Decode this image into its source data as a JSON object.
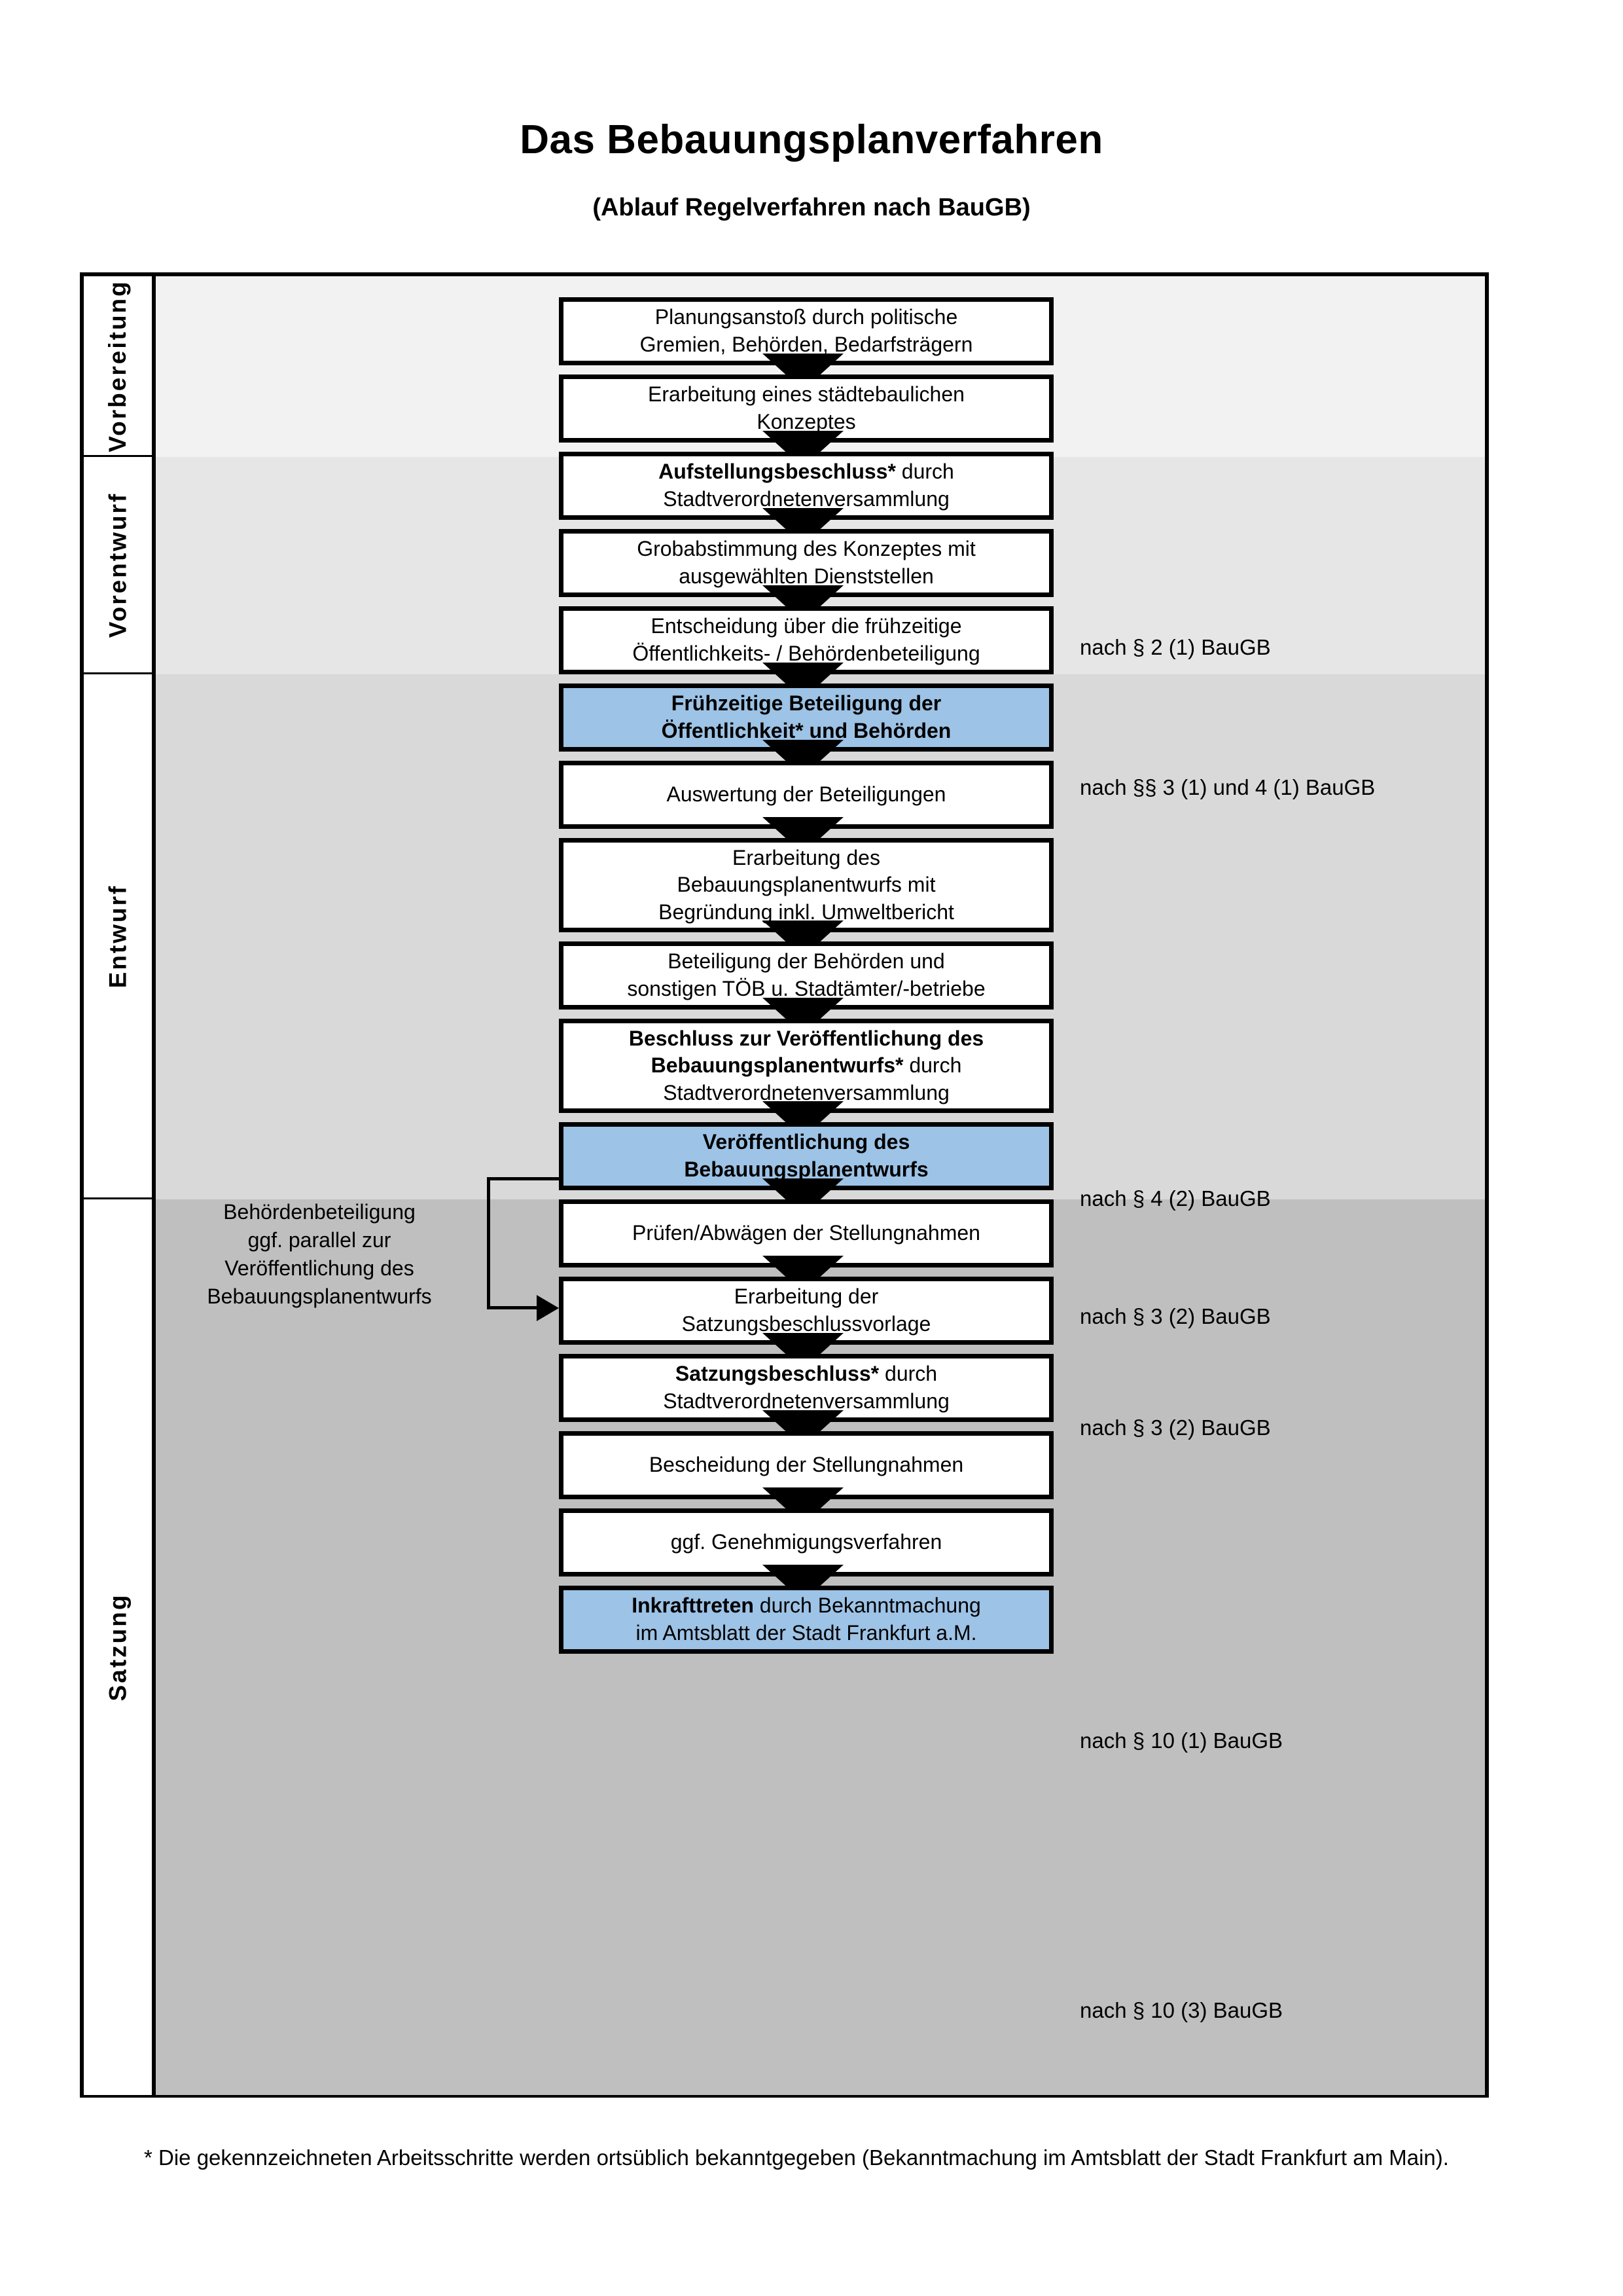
{
  "document": {
    "title": "Das Bebauungsplanverfahren",
    "subtitle": "(Ablauf Regelverfahren nach BauGB)",
    "footnote": "* Die gekennzeichneten Arbeitsschritte werden ortsüblich bekanntgegeben (Bekanntmachung im Amtsblatt  der Stadt Frankfurt am Main)."
  },
  "colors": {
    "highlight_blue": "#9DC3E6",
    "band_vorbereitung": "#F2F2F2",
    "band_vorentwurf": "#E6E6E6",
    "band_entwurf": "#D9D9D9",
    "band_satzung": "#BFBFBF",
    "outline": "#000000"
  },
  "phases": [
    {
      "id": "vorbereitung",
      "label": "Vorbereitung"
    },
    {
      "id": "vorentwurf",
      "label": "Vorentwurf"
    },
    {
      "id": "entwurf",
      "label": "Entwurf"
    },
    {
      "id": "satzung",
      "label": "Satzung"
    }
  ],
  "side_note": {
    "lines": [
      "Behördenbeteiligung",
      "ggf. parallel zur",
      "Veröffentlichung des",
      "Bebauungsplanentwurfs"
    ]
  },
  "steps": [
    {
      "id": "s1",
      "phase": "vorbereitung",
      "highlight": false,
      "lines": [
        {
          "text": "Planungsanstoß durch politische",
          "bold": false
        },
        {
          "text": "Gremien, Behörden, Bedarfsträgern",
          "bold": false
        }
      ]
    },
    {
      "id": "s2",
      "phase": "vorbereitung",
      "highlight": false,
      "lines": [
        {
          "text": "Erarbeitung eines städtebaulichen",
          "bold": false
        },
        {
          "text": "Konzeptes",
          "bold": false
        }
      ]
    },
    {
      "id": "s3",
      "phase": "vorbereitung",
      "highlight": false,
      "lines": [
        {
          "text": "Aufstellungsbeschluss*",
          "bold": true,
          "suffix": " durch"
        },
        {
          "text": "Stadtverordnetenversammlung",
          "bold": false
        }
      ]
    },
    {
      "id": "s4",
      "phase": "vorentwurf",
      "highlight": false,
      "lines": [
        {
          "text": "Grobabstimmung des Konzeptes mit",
          "bold": false
        },
        {
          "text": "ausgewählten Dienststellen",
          "bold": false
        }
      ]
    },
    {
      "id": "s5",
      "phase": "vorentwurf",
      "highlight": false,
      "lines": [
        {
          "text": "Entscheidung über die frühzeitige",
          "bold": false
        },
        {
          "text": "Öffentlichkeits- / Behördenbeteiligung",
          "bold": false
        }
      ]
    },
    {
      "id": "s6",
      "phase": "vorentwurf",
      "highlight": true,
      "lines": [
        {
          "text": "Frühzeitige Beteiligung der",
          "bold": true
        },
        {
          "text": "Öffentlichkeit* und Behörden",
          "bold": true
        }
      ]
    },
    {
      "id": "s7",
      "phase": "entwurf",
      "highlight": false,
      "lines": [
        {
          "text": "Auswertung der Beteiligungen",
          "bold": false
        }
      ]
    },
    {
      "id": "s8",
      "phase": "entwurf",
      "highlight": false,
      "lines": [
        {
          "text": "Erarbeitung des",
          "bold": false
        },
        {
          "text": "Bebauungsplanentwurfs mit",
          "bold": false
        },
        {
          "text": "Begründung inkl. Umweltbericht",
          "bold": false
        }
      ]
    },
    {
      "id": "s9",
      "phase": "entwurf",
      "highlight": false,
      "lines": [
        {
          "text": "Beteiligung der Behörden und",
          "bold": false
        },
        {
          "text": "sonstigen TÖB u. Stadtämter/-betriebe",
          "bold": false
        }
      ]
    },
    {
      "id": "s10",
      "phase": "entwurf",
      "highlight": false,
      "lines": [
        {
          "text": "Beschluss zur Veröffentlichung des",
          "bold": true
        },
        {
          "text": "Bebauungsplanentwurfs*",
          "bold": true,
          "suffix": " durch"
        },
        {
          "text": "Stadtverordnetenversammlung",
          "bold": false
        }
      ]
    },
    {
      "id": "s11",
      "phase": "entwurf",
      "highlight": true,
      "lines": [
        {
          "text": "Veröffentlichung des",
          "bold": true
        },
        {
          "text": "Bebauungsplanentwurfs",
          "bold": true
        }
      ]
    },
    {
      "id": "s12",
      "phase": "satzung",
      "highlight": false,
      "lines": [
        {
          "text": "Prüfen/Abwägen der Stellungnahmen",
          "bold": false
        }
      ]
    },
    {
      "id": "s13",
      "phase": "satzung",
      "highlight": false,
      "lines": [
        {
          "text": "Erarbeitung der",
          "bold": false
        },
        {
          "text": "Satzungsbeschlussvorlage",
          "bold": false
        }
      ]
    },
    {
      "id": "s14",
      "phase": "satzung",
      "highlight": false,
      "lines": [
        {
          "text": "Satzungsbeschluss*",
          "bold": true,
          "suffix": " durch"
        },
        {
          "text": "Stadtverordnetenversammlung",
          "bold": false
        }
      ]
    },
    {
      "id": "s15",
      "phase": "satzung",
      "highlight": false,
      "lines": [
        {
          "text": "Bescheidung der Stellungnahmen",
          "bold": false
        }
      ]
    },
    {
      "id": "s16",
      "phase": "satzung",
      "highlight": false,
      "lines": [
        {
          "text": "ggf. Genehmigungsverfahren",
          "bold": false
        }
      ]
    },
    {
      "id": "s17",
      "phase": "satzung",
      "highlight": true,
      "lines": [
        {
          "text": "Inkrafttreten",
          "bold": true,
          "suffix": " durch Bekanntmachung"
        },
        {
          "text": "im Amtsblatt der Stadt Frankfurt a.M.",
          "bold": false
        }
      ]
    }
  ],
  "legal_notes": [
    {
      "id": "n1",
      "text": "nach § 2 (1) BauGB"
    },
    {
      "id": "n2",
      "text": "nach §§ 3 (1) und 4 (1) BauGB"
    },
    {
      "id": "n3",
      "text": "nach § 4 (2) BauGB"
    },
    {
      "id": "n4",
      "text": "nach § 3 (2) BauGB"
    },
    {
      "id": "n5",
      "text": "nach § 3 (2) BauGB"
    },
    {
      "id": "n6",
      "text": "nach § 10 (1) BauGB"
    },
    {
      "id": "n7",
      "text": "nach § 10 (3) BauGB"
    }
  ]
}
